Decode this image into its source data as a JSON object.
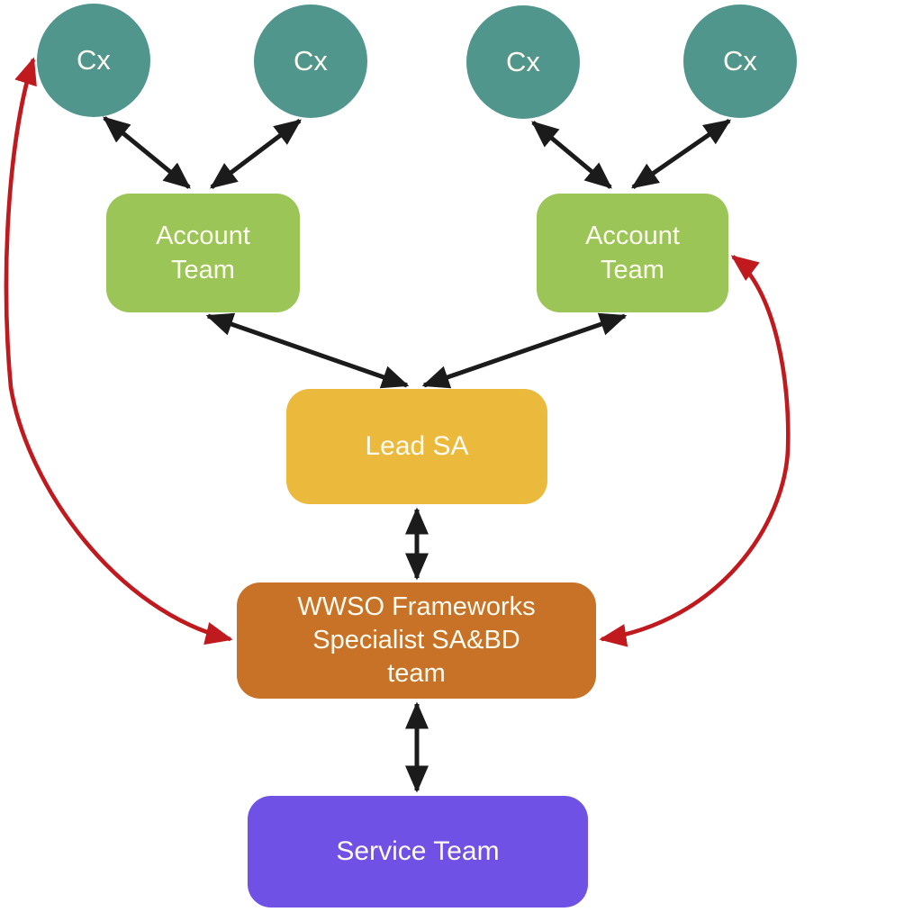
{
  "colors": {
    "customer_fill": "#50968c",
    "account_team_fill": "#9bc556",
    "lead_sa_fill": "#ebba3d",
    "wwso_fill": "#c77227",
    "service_team_fill": "#6f51e6",
    "connector_black": "#1b1b1b",
    "connector_red": "#c01a1f",
    "node_text": "#fdfbef",
    "background": "#ffffff"
  },
  "nodes": {
    "customers": [
      {
        "label": "Cx"
      },
      {
        "label": "Cx"
      },
      {
        "label": "Cx"
      },
      {
        "label": "Cx"
      }
    ],
    "account_team_left": {
      "label": "Account\nTeam"
    },
    "account_team_right": {
      "label": "Account\nTeam"
    },
    "lead_sa": {
      "label": "Lead SA"
    },
    "wwso_team": {
      "label": "WWSO Frameworks\nSpecialist SA&BD\nteam"
    },
    "service_team": {
      "label": "Service Team"
    }
  },
  "connections": [
    {
      "from": "customer-1",
      "to": "account-team-left",
      "style": "black-double-arrow"
    },
    {
      "from": "customer-2",
      "to": "account-team-left",
      "style": "black-double-arrow"
    },
    {
      "from": "customer-3",
      "to": "account-team-right",
      "style": "black-double-arrow"
    },
    {
      "from": "customer-4",
      "to": "account-team-right",
      "style": "black-double-arrow"
    },
    {
      "from": "account-team-left",
      "to": "lead-sa",
      "style": "black-double-arrow"
    },
    {
      "from": "account-team-right",
      "to": "lead-sa",
      "style": "black-double-arrow"
    },
    {
      "from": "lead-sa",
      "to": "wwso-team",
      "style": "black-double-arrow"
    },
    {
      "from": "wwso-team",
      "to": "service-team",
      "style": "black-double-arrow"
    },
    {
      "from": "customer-1",
      "to": "wwso-team",
      "style": "red-curved-double-arrow"
    },
    {
      "from": "account-team-right",
      "to": "wwso-team",
      "style": "red-curved-double-arrow"
    }
  ]
}
